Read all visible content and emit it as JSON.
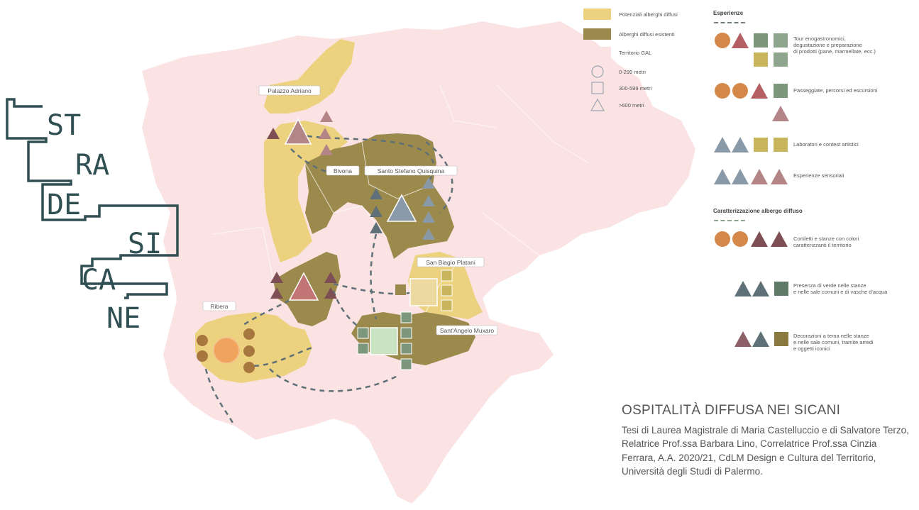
{
  "logo": {
    "lines": [
      "ST",
      "RA",
      "DE",
      "SI",
      "CA",
      "NE"
    ],
    "color": "#2f4f52"
  },
  "towns": {
    "palazzo_adriano": "Palazzo Adriano",
    "bivona": "Bivona",
    "santo_stefano": "Santo Stefano Quisquina",
    "san_biagio": "San Biagio Platani",
    "ribera": "Ribera",
    "sant_angelo": "Sant'Angelo Muxaro"
  },
  "legend_main": {
    "potenziali": "Potenziali alberghi diffusi",
    "esistenti": "Alberghi diffusi esistenti",
    "territorio": "Territorio GAL",
    "circle": "0-299 metri",
    "square": "300-599 metri",
    "triangle": ">600 metri"
  },
  "legend_experiences": {
    "title": "Esperienze",
    "items": [
      "Tour enogastronomici,\ndegustazione e preparazione\ndi prodotti (pane, marmellate, ecc.)",
      "Passeggiate, percorsi ed escursioni",
      "Laboratori e contest artistici",
      "Esperienze sensoriali"
    ]
  },
  "legend_character": {
    "title": "Caratterizzazione albergo diffuso",
    "items": [
      "Cortiletti e stanze con colori\ncaratterizzanti il territorio",
      "Presenza di verde nelle stanze\ne nelle sale comuni e di vasche d'acqua",
      "Decorazioni a tema nelle stanze\ne nelle sale comuni, tramite arredi\ne oggetti iconici"
    ]
  },
  "credits": {
    "title": "OSPITALITÀ DIFFUSA NEI SICANI",
    "body": "Tesi di Laurea Magistrale di Maria Castelluccio e di Salvatore Terzo, Relatrice Prof.ssa Barbara Lino, Correlatrice Prof.ssa Cinzia Ferrara, A.A. 2020/21, CdLM Design e Cultura del Territorio, Università degli Studi di Palermo."
  },
  "colors": {
    "potenziali": "#ecd27f",
    "esistenti": "#9c8a4c",
    "territorio": "#fbe3e3",
    "orange": "#d4894a",
    "mauve": "#b38586",
    "blue_grey": "#8a99a7",
    "green": "#7d977d",
    "olive": "#c9b55c",
    "dark_mauve": "#7d4e53",
    "route": "#5f7078"
  }
}
